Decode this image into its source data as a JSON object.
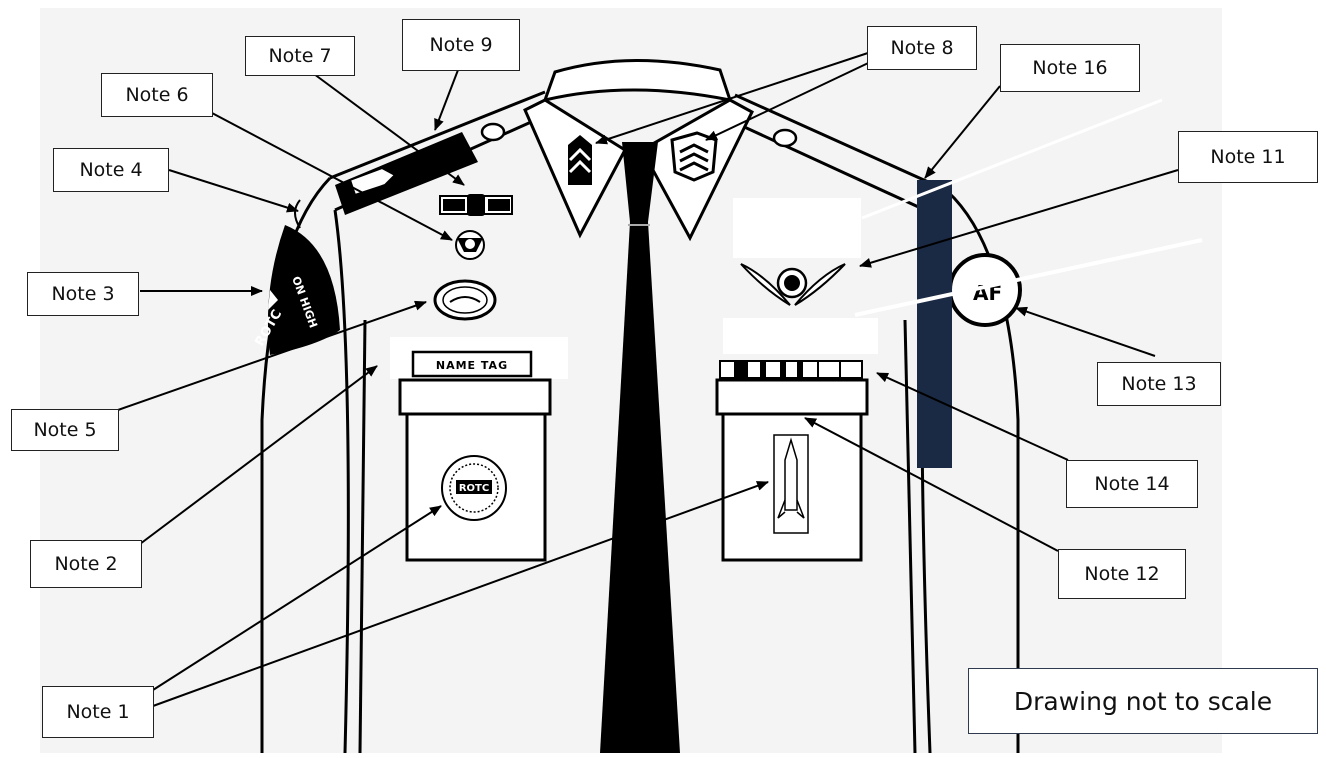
{
  "diagram": {
    "nametag_text": "NAME TAG",
    "shoulder_patch_left_text": "ON HIGH",
    "shoulder_patch_left_sub": "ROTC",
    "shoulder_patch_right_text": "AF",
    "emblem_text": "ROTC",
    "disclaimer": "Drawing not to scale",
    "notes": {
      "n1": "Note 1",
      "n2": "Note 2",
      "n3": "Note 3",
      "n4": "Note 4",
      "n5": "Note 5",
      "n6": "Note 6",
      "n7": "Note 7",
      "n8": "Note 8",
      "n9": "Note 9",
      "n11": "Note 11",
      "n12": "Note 12",
      "n13": "Note 13",
      "n14": "Note 14",
      "n16": "Note 16"
    }
  }
}
